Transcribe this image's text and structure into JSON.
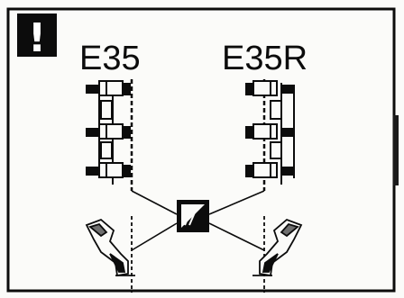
{
  "warning": {
    "symbol": "!"
  },
  "labels": {
    "left": "E35",
    "right": "E35R"
  },
  "icons": {
    "warning": "warning-icon",
    "center_badge": "tool-badge-icon",
    "left_assembly": "left-clamp-assembly",
    "right_assembly": "right-clamp-assembly",
    "left_part": "left-bracket-part",
    "right_part": "right-bracket-part"
  },
  "colors": {
    "ink": "#0c0c0c",
    "paper": "#fbfbf9",
    "gray": "#6f6f6f"
  }
}
